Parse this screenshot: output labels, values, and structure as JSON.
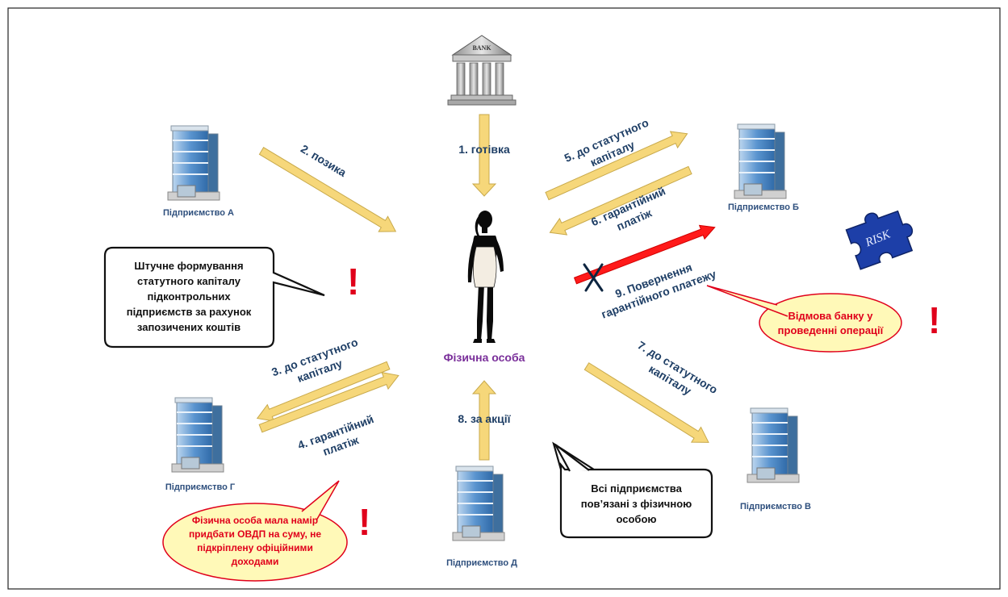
{
  "colors": {
    "arrow_fill": "#f6d77a",
    "arrow_stroke": "#c8a94b",
    "red": "#e0001b",
    "navy_text": "#1f3f66",
    "purple_text": "#7a2f9a",
    "callout_yellow": "#fff9b8",
    "building_blue": "#5a94cf",
    "puzzle_blue": "#1d3fa8"
  },
  "bank": {
    "word": "BANK",
    "icon": "bank-icon"
  },
  "person": {
    "label": "Фізична особа",
    "icon": "woman-silhouette-icon"
  },
  "companies": {
    "a": {
      "label": "Підприємство А",
      "icon": "office-building-icon"
    },
    "b": {
      "label": "Підприємство Б",
      "icon": "office-building-icon"
    },
    "v": {
      "label": "Підприємство В",
      "icon": "office-building-icon"
    },
    "g": {
      "label": "Підприємство Г",
      "icon": "office-building-icon"
    },
    "d": {
      "label": "Підприємство Д",
      "icon": "office-building-icon"
    }
  },
  "flows": {
    "f1": [
      "1. готівка"
    ],
    "f2": [
      "2. позика"
    ],
    "f3": [
      "3. до статутного",
      "капіталу"
    ],
    "f4": [
      "4. гарантійний",
      "платіж"
    ],
    "f5": [
      "5. до статутного",
      "капіталу"
    ],
    "f6": [
      "6. гарантійний",
      "платіж"
    ],
    "f7": [
      "7. до статутного",
      "капіталу"
    ],
    "f8": [
      "8. за акції"
    ],
    "f9": [
      "9. Повернення",
      "гарантійного платежу"
    ]
  },
  "callouts": {
    "capital": [
      "Штучне формування",
      "статутного капіталу",
      "підконтрольних",
      "підприємств за рахунок",
      "запозичених коштів"
    ],
    "linked": [
      "Всі підприємства",
      "пов’язані з фізичною",
      "особою"
    ],
    "bank_refusal": [
      "Відмова банку у",
      "проведенні операції"
    ],
    "ovdp": [
      "Фізична особа мала намір",
      "придбати ОВДП на суму, не",
      "підкріплену офіційними",
      "доходами"
    ]
  },
  "warnings": {
    "mark": "!"
  },
  "risk": {
    "word": "RISK",
    "icon": "puzzle-piece-icon"
  }
}
